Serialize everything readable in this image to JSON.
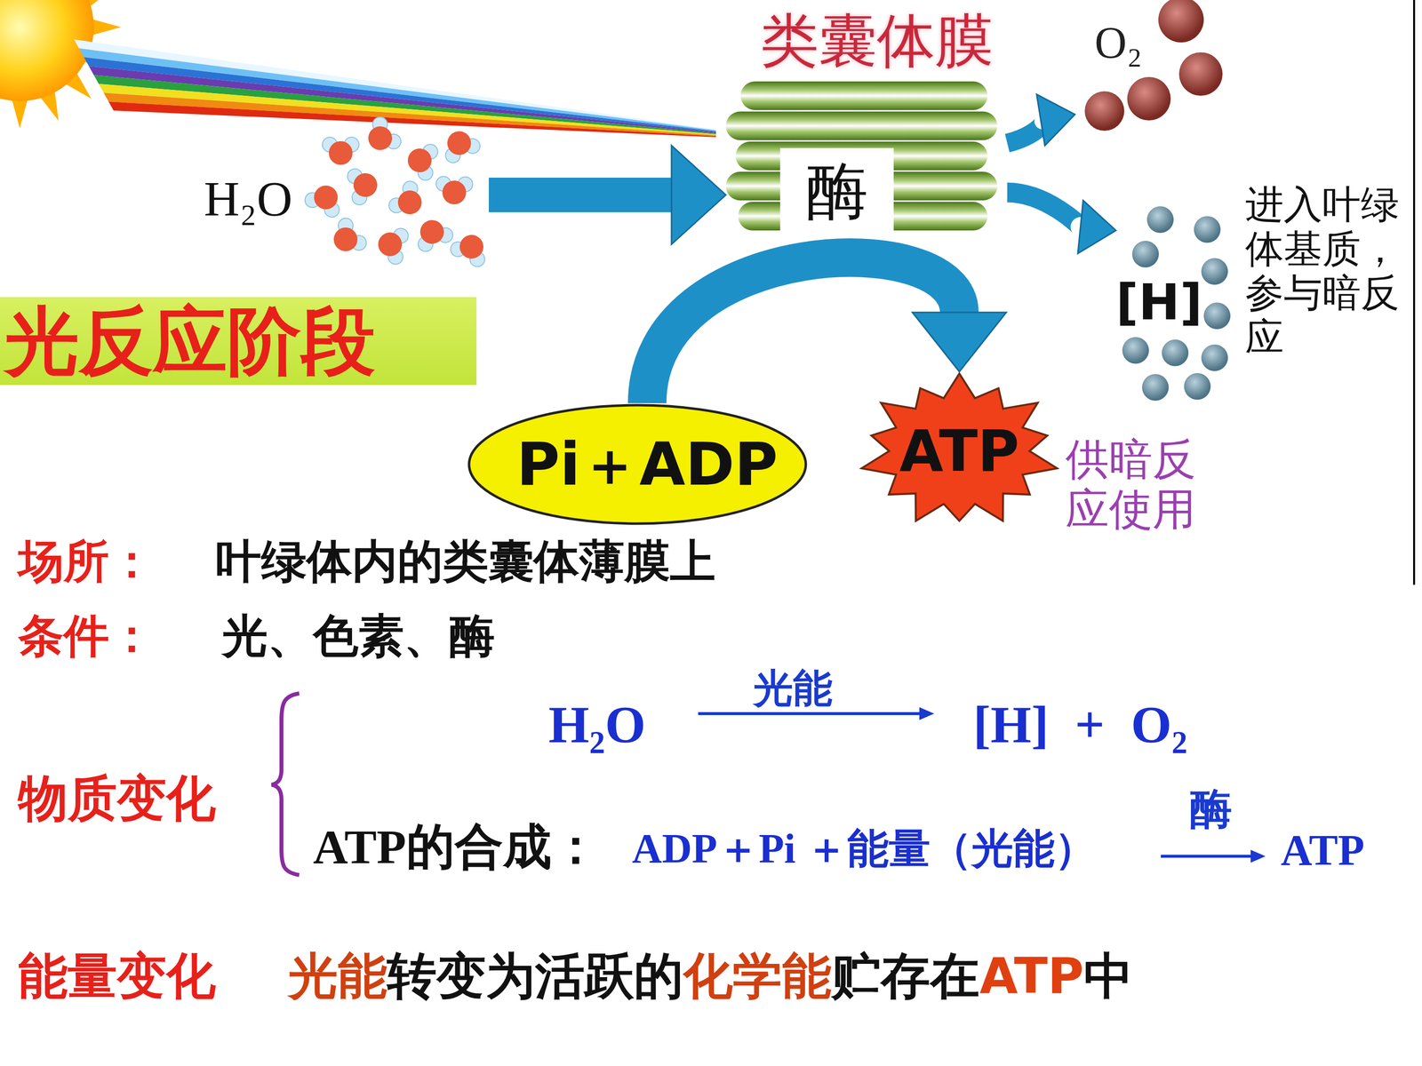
{
  "diagram": {
    "nodes": [
      {
        "text": [
          "类囊体膜",
          "酶"
        ]
      },
      {
        "text": [
          "O₂"
        ]
      },
      {
        "text": [
          "H₂O"
        ]
      },
      {
        "text": [
          "[H]"
        ]
      },
      {
        "text": [
          "光反应阶段"
        ]
      },
      {
        "text": [
          "Pi＋ADP"
        ]
      },
      {
        "text": [
          "ATP"
        ]
      }
    ],
    "edges": [
      {
        "from": 2,
        "to": 0,
        "arrow": "to"
      },
      {
        "from": 0,
        "to": 1,
        "arrow": "to"
      },
      {
        "from": 0,
        "to": 3,
        "arrow": "to"
      },
      {
        "from": 5,
        "to": 6,
        "arrow": "to"
      }
    ],
    "labels": [
      "进入叶绿体基质，参与暗反应",
      "供暗反应使用",
      "场所：",
      "叶绿体内的类囊体薄膜上",
      "条件：",
      "光、色素、酶",
      "物质变化",
      "H₂O",
      "光能",
      "[H]  +  O₂",
      "酶",
      "ATP的合成：",
      "ADP＋Pi ＋能量（光能）",
      "ATP",
      "能量变化",
      "光能",
      "转变为活跃的",
      "化学能",
      "贮存在",
      "ATP",
      "中"
    ]
  }
}
